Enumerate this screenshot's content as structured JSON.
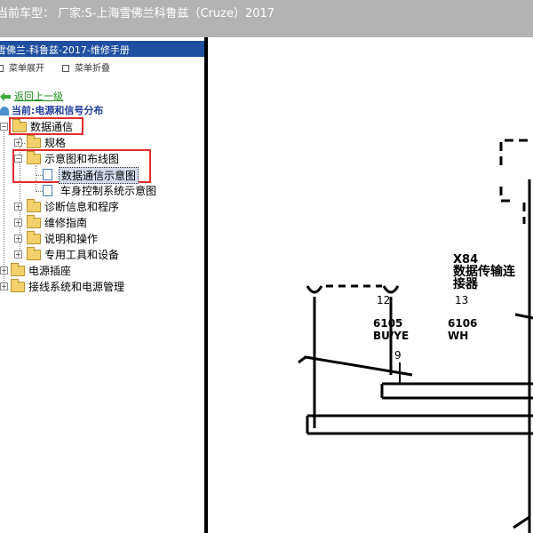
{
  "titlebar": {
    "text": "当前车型： 厂家:S-上海雪佛兰科鲁兹（Cruze）2017"
  },
  "panel": {
    "title": "雪佛兰-科鲁兹-2017-维修手册"
  },
  "tools": {
    "expand": "菜单展开",
    "collapse": "菜单折叠"
  },
  "nav": {
    "back": "返回上一级",
    "current": "当前:电源和信号分布"
  },
  "tree": {
    "root": "数据通信",
    "n1": "规格",
    "n2": "示意图和布线图",
    "n2a": "数据通信示意图",
    "n2b": "车身控制系统示意图",
    "n3": "诊断信息和程序",
    "n4": "维修指南",
    "n5": "说明和操作",
    "n6": "专用工具和设备",
    "r2": "电源插座",
    "r3": "接线系统和电源管理"
  },
  "diagram": {
    "connector_id": "X84",
    "connector_name_1": "数据传输连",
    "connector_name_2": "接器",
    "pin_left": "12",
    "pin_right": "13",
    "wire_left_num": "6105",
    "wire_left_color": "BU/YE",
    "wire_right_num": "6106",
    "wire_right_color": "WH",
    "pin_lower": "9"
  }
}
